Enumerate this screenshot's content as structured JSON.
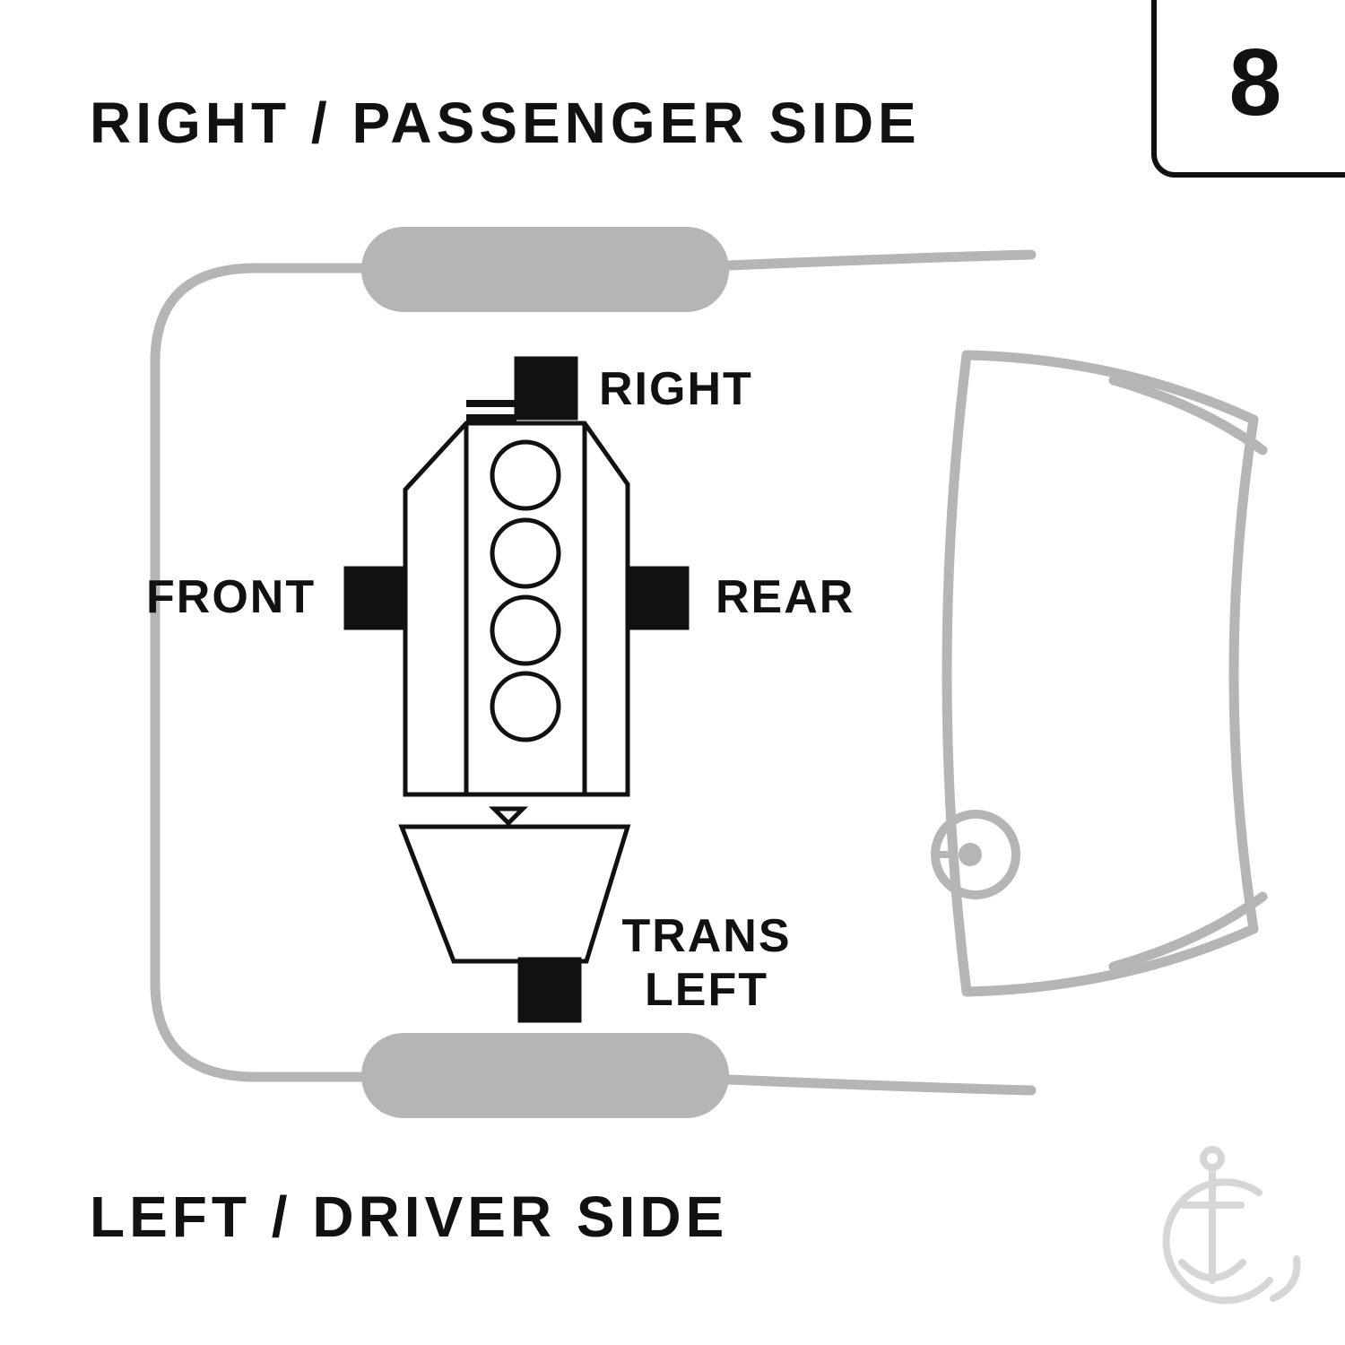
{
  "header": {
    "top_label": "RIGHT / PASSENGER SIDE",
    "bottom_label": "LEFT / DRIVER SIDE",
    "position_number": "8"
  },
  "engine_diagram": {
    "cylinder_count": 4,
    "mount_labels": {
      "right": "RIGHT",
      "front": "FRONT",
      "rear": "REAR",
      "trans_line1": "TRANS",
      "trans_line2": "LEFT"
    }
  },
  "colors": {
    "ink": "#111111",
    "car_outline_gray": "#b5b5b5",
    "watermark_gray": "#d6d6d6",
    "background": "#ffffff"
  }
}
